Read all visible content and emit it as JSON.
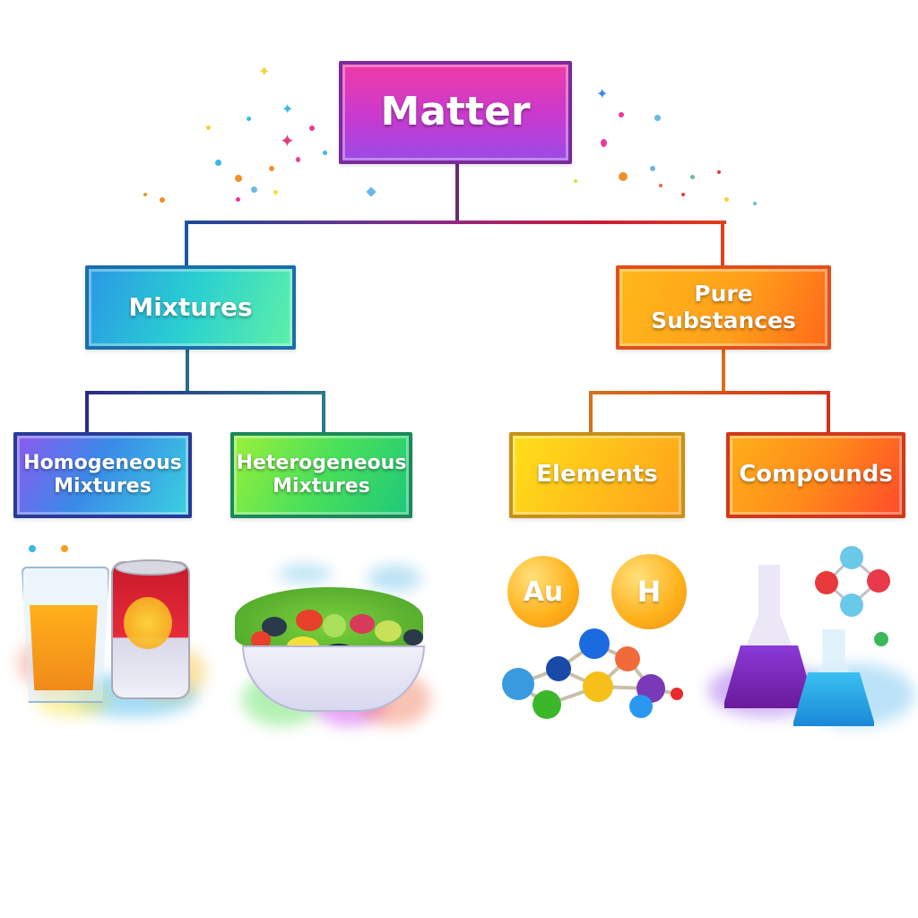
{
  "diagram": {
    "root": {
      "label": "Matter",
      "gradient": [
        "#f23aa6",
        "#9b4ae6"
      ],
      "border": "#7a2a9a"
    },
    "level1": [
      {
        "label": "Mixtures",
        "gradient": [
          "#2aa8e6",
          "#3ee8a8"
        ],
        "border": "#1a6fa8"
      },
      {
        "label": "Pure Substances",
        "gradient": [
          "#ffc21a",
          "#ff6e1a"
        ],
        "border": "#e0501a"
      }
    ],
    "level2": [
      {
        "label_line1": "Homogeneous",
        "label_line2": "Mixtures",
        "gradient": [
          "#7a5af0",
          "#3ac0e8"
        ],
        "border": "#2a3a9a",
        "parent": "Mixtures"
      },
      {
        "label_line1": "Heterogeneous",
        "label_line2": "Mixtures",
        "gradient": [
          "#8ef03a",
          "#1ed07a"
        ],
        "border": "#1a8a5a",
        "parent": "Mixtures"
      },
      {
        "label": "Elements",
        "gradient": [
          "#ffd81a",
          "#ffa01a"
        ],
        "border": "#c8901a",
        "parent": "Pure Substances"
      },
      {
        "label": "Compounds",
        "gradient": [
          "#ffa01a",
          "#ff4a2a"
        ],
        "border": "#d03a1a",
        "parent": "Pure Substances"
      }
    ],
    "illustrations": [
      {
        "name": "orange-juice-glass-and-soda-can",
        "category": "Homogeneous Mixtures"
      },
      {
        "name": "salad-bowl",
        "category": "Heterogeneous Mixtures"
      },
      {
        "name": "element-spheres-and-molecule",
        "category": "Elements",
        "symbols": [
          "Au",
          "H"
        ]
      },
      {
        "name": "flasks-and-molecule",
        "category": "Compounds"
      }
    ]
  }
}
